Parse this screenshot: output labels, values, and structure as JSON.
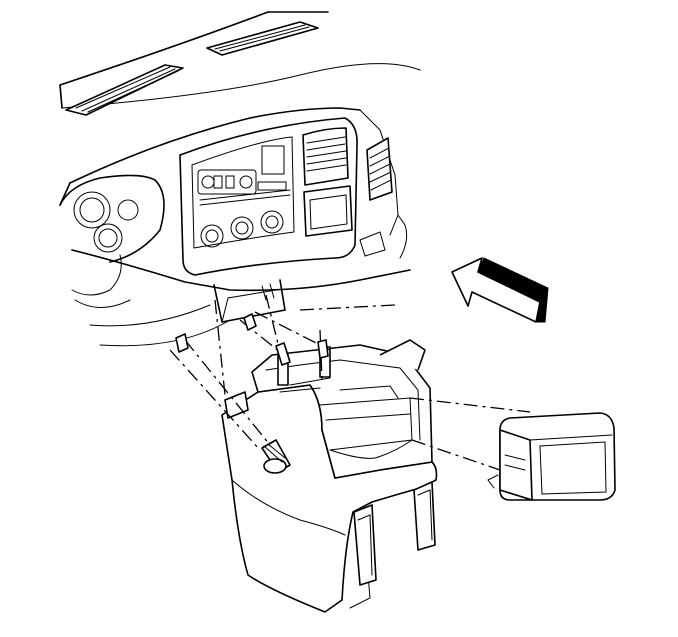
{
  "figure": {
    "colors": {
      "line": "#000000",
      "background": "#ffffff"
    },
    "parts": [
      "dashboard",
      "defroster-vent-left",
      "defroster-vent-right",
      "instrument-cluster",
      "radio-climate-bezel",
      "center-air-vent",
      "right-air-vent",
      "ash-tray-opening",
      "center-console",
      "console-bolt",
      "console-insert",
      "direction-arrow"
    ]
  }
}
